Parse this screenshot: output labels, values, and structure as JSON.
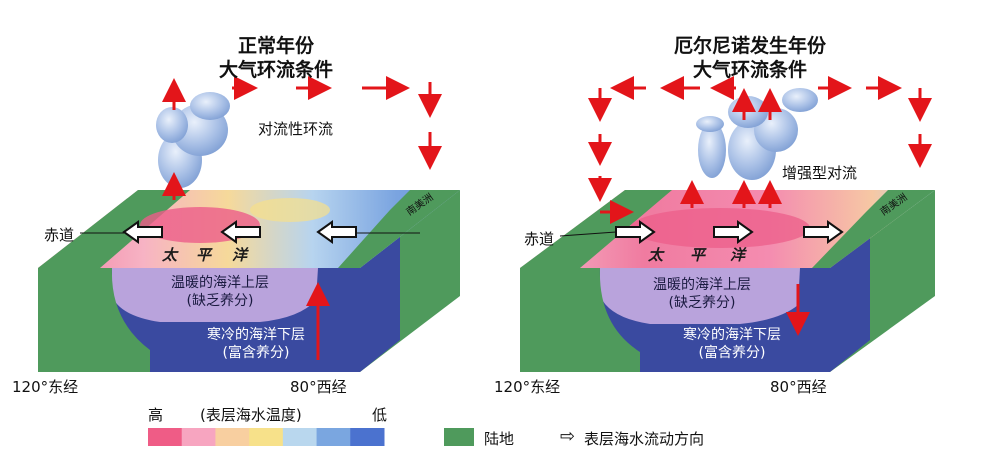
{
  "left_panel": {
    "title_line1": "正常年份",
    "title_line2": "大气环流条件",
    "circulation_label": "对流性环流",
    "equator_label": "赤道",
    "ocean_chars": [
      "太",
      "平",
      "洋"
    ],
    "warm_layer_line1": "温暖的海洋上层",
    "warm_layer_line2": "(缺乏养分)",
    "cold_layer_line1": "寒冷的海洋下层",
    "cold_layer_line2": "(富含养分)",
    "west_lon": "120°东经",
    "east_lon": "80°西经",
    "land_text": "南美洲"
  },
  "right_panel": {
    "title_line1": "厄尔尼诺发生年份",
    "title_line2": "大气环流条件",
    "convection_label": "增强型对流",
    "equator_label": "赤道",
    "ocean_chars": [
      "太",
      "平",
      "洋"
    ],
    "warm_layer_line1": "温暖的海洋上层",
    "warm_layer_line2": "(缺乏养分)",
    "cold_layer_line1": "寒冷的海洋下层",
    "cold_layer_line2": "(富含养分)",
    "west_lon": "120°东经",
    "east_lon": "80°西经",
    "land_text": "南美洲"
  },
  "legend": {
    "high": "高",
    "temp_label": "(表层海水温度)",
    "low": "低",
    "land": "陆地",
    "flow_symbol": "⇨",
    "flow": "表层海水流动方向",
    "temp_colors": [
      "#ef5c86",
      "#f7a5c0",
      "#f8cfa0",
      "#f7e18a",
      "#b9d7ee",
      "#7aa6e0",
      "#4b72cf"
    ],
    "land_color": "#4f9a5c"
  },
  "colors": {
    "arrow_red": "#e3151a",
    "ocean_side": "#4a4fa8",
    "land_green": "#4f9a5c",
    "cloud": "#9fb7e0"
  }
}
